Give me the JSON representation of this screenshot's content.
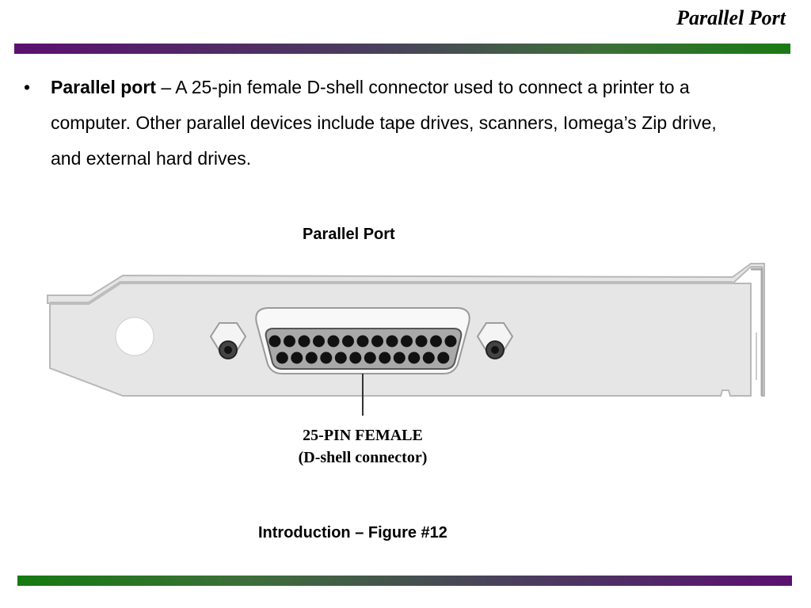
{
  "slide": {
    "title": "Parallel Port"
  },
  "bullet": {
    "marker": "•",
    "term": "Parallel port",
    "text": " – A 25-pin female D-shell connector used to connect a printer to a computer. Other parallel devices include tape drives, scanners, Iomega’s Zip drive, and external hard drives."
  },
  "figure": {
    "heading": "Parallel Port",
    "connector_label_line1": "25-PIN FEMALE",
    "connector_label_line2": "(D-shell connector)",
    "caption": "Introduction – Figure #12",
    "pin_rows": [
      13,
      12
    ]
  },
  "colors": {
    "bracket_fill": "#e6e6e6",
    "bracket_edge": "#b0b0b0",
    "pin": "#111111",
    "bar_purple": "#5b1070",
    "bar_green": "#1a7a14"
  }
}
